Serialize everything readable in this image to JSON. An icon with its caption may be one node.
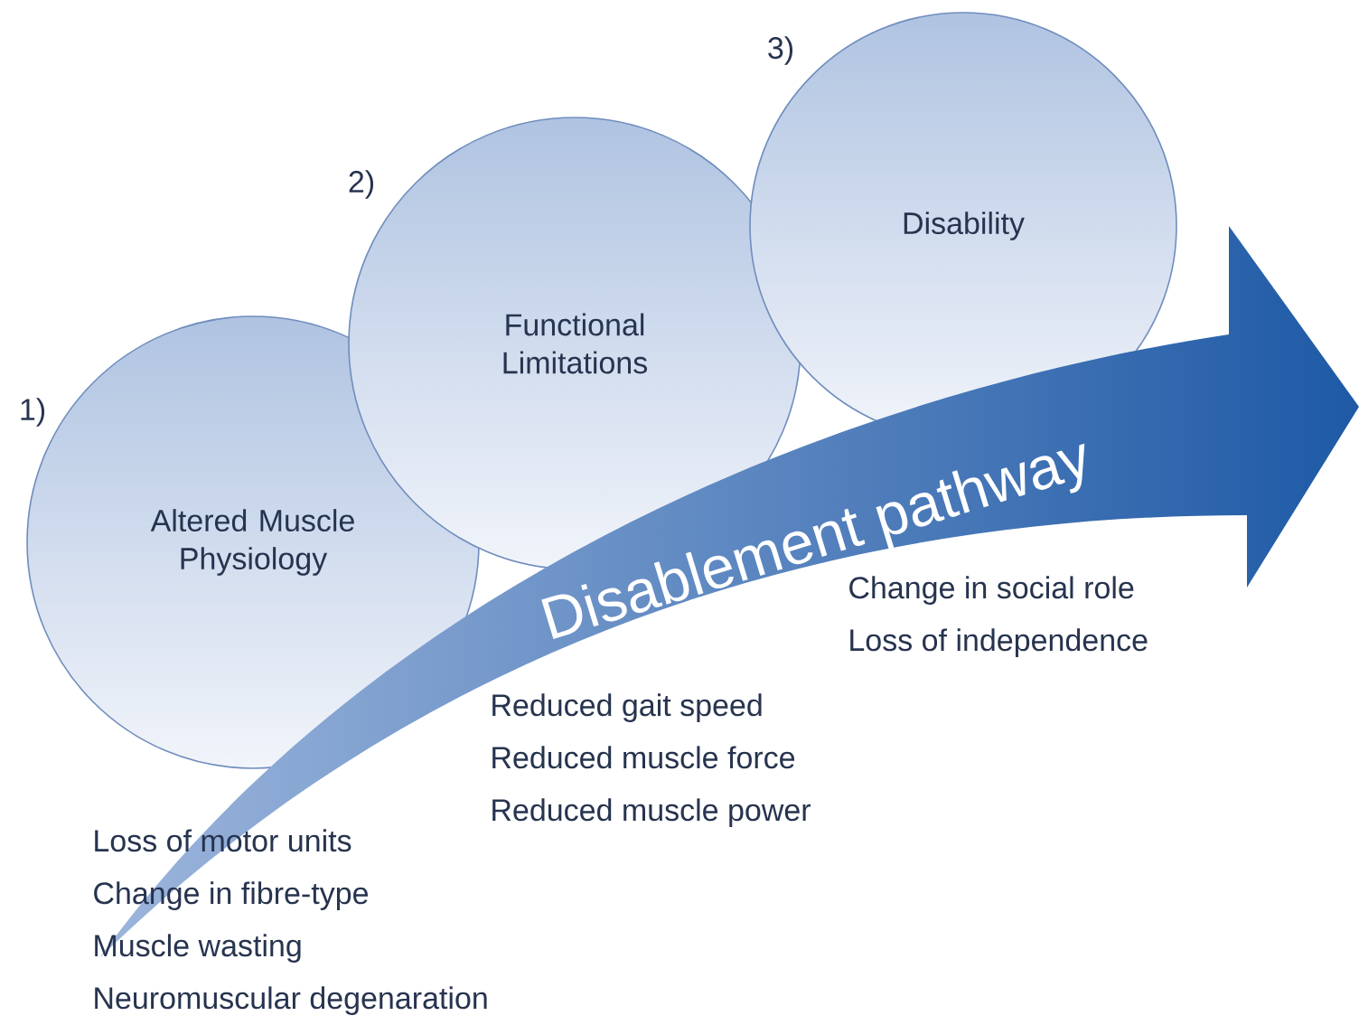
{
  "diagram": {
    "nodes": [
      {
        "text": [
          "1)",
          "Altered Muscle Physiology"
        ]
      },
      {
        "text": [
          "2)",
          "Functional Limitations"
        ]
      },
      {
        "text": [
          "3)",
          "Disability"
        ]
      },
      {
        "text": [
          "Disablement pathway"
        ]
      }
    ],
    "labels": [
      "Change in social role",
      "Loss of independence",
      "Reduced gait speed",
      "Reduced muscle force",
      "Reduced muscle power",
      "Loss of motor units",
      "Change in fibre-type",
      "Muscle wasting",
      "Neuromuscular degenaration"
    ]
  }
}
